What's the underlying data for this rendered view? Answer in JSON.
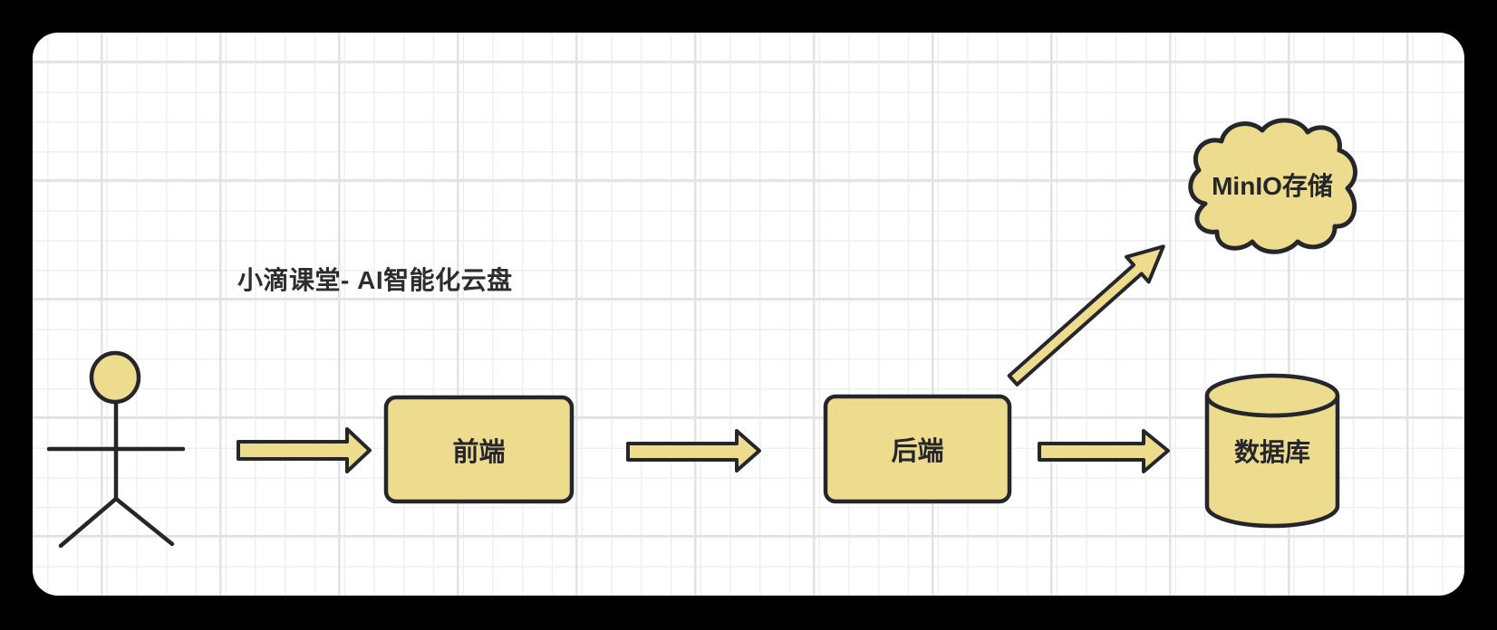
{
  "title": {
    "text": "小滴课堂- AI智能化云盘"
  },
  "nodes": {
    "user": {
      "type": "actor",
      "label": ""
    },
    "frontend": {
      "type": "rect",
      "label": "前端"
    },
    "backend": {
      "type": "rect",
      "label": "后端"
    },
    "minio": {
      "type": "cloud",
      "label": "MinIO存储"
    },
    "database": {
      "type": "cylinder",
      "label": "数据库"
    }
  },
  "edges": [
    {
      "from": "user",
      "to": "frontend",
      "style": "block-arrow-right"
    },
    {
      "from": "frontend",
      "to": "backend",
      "style": "block-arrow-right"
    },
    {
      "from": "backend",
      "to": "minio",
      "style": "thin-block-arrow-up-right"
    },
    {
      "from": "backend",
      "to": "database",
      "style": "block-arrow-right"
    }
  ],
  "colors": {
    "outer_background": "#000000",
    "canvas_background": "#ffffff",
    "grid_minor": "#efefef",
    "grid_major": "#e2e2e2",
    "shape_fill": "#eddb8e",
    "shape_stroke": "#24262c",
    "text": "#2d2d2d"
  }
}
